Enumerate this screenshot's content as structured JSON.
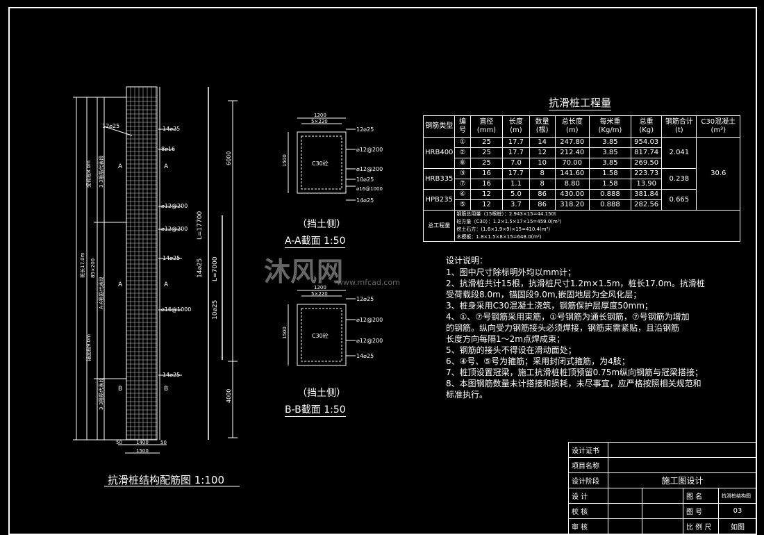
{
  "drawing": {
    "elevation_title": "抗滑桩结构配筋图 1:100",
    "section_a_title": "A-A截面    1:50",
    "section_b_title": "B-B截面    1:50",
    "retaining_side": "（挡土侧）",
    "elevation_labels": {
      "top_bar": "12⌀25",
      "r1": "14⌀25",
      "r2": "8⌀16",
      "hoop1": "⌀12@200",
      "hoop2": "⌀12@200",
      "r3": "14⌀25",
      "hoop3": "⌀16@1000",
      "r4": "14⌀25",
      "sec_a": "A",
      "sec_b": "B",
      "dim_total": "L=17700",
      "dim_seg1": "L=7000",
      "dim_top": "6000",
      "dim_bottom": "4000",
      "vert_bar1": "14⌀25",
      "vert_bar2": "10⌀25",
      "dim_w1": "1400",
      "dim_w2": "1500",
      "dim_side": "50",
      "left_dim1": "桩长17.0m",
      "left_dim2": "85×200",
      "zone1": "受荷段8.0m",
      "zone2": "锚固段9.0m",
      "hoop_label1": "3-3箍筋代表段",
      "hoop_label2": "A-A箍筋代表段",
      "hoop_label3": "3-3箍筋代表段"
    },
    "section_labels": {
      "width": "1200",
      "sub": "5×220",
      "height": "1500",
      "c30": "C30砼",
      "a1": "12⌀25",
      "a2": "⌀12@200",
      "a3": "⌀12@200",
      "a4": "10⌀25",
      "a5": "⌀16@1000",
      "a6": "14⌀25",
      "b1": "12⌀25",
      "b2": "⌀12@200",
      "b3": "⌀12@200",
      "b4": "14⌀25"
    }
  },
  "quantity_table": {
    "title": "抗滑桩工程量",
    "headers": [
      "钢筋类型",
      "编号",
      "直径(mm)",
      "长度(m)",
      "数量(根)",
      "总长度(m)",
      "每米重(Kg/m)",
      "总重(Kg)",
      "钢筋合计(t)",
      "C30混凝土(m³)"
    ],
    "groups": [
      {
        "type": "HRB400",
        "total_t": "2.041",
        "rows": [
          [
            "①",
            "25",
            "17.7",
            "14",
            "247.80",
            "3.85",
            "954.03"
          ],
          [
            "②",
            "25",
            "17.7",
            "12",
            "212.40",
            "3.85",
            "817.74"
          ],
          [
            "⑧",
            "25",
            "7.0",
            "10",
            "70.00",
            "3.85",
            "269.50"
          ]
        ]
      },
      {
        "type": "HRB335",
        "total_t": "0.238",
        "rows": [
          [
            "③",
            "16",
            "17.7",
            "8",
            "141.60",
            "1.58",
            "223.73"
          ],
          [
            "⑦",
            "16",
            "1.1",
            "8",
            "8.80",
            "1.58",
            "13.90"
          ]
        ]
      },
      {
        "type": "HPB235",
        "total_t": "0.665",
        "rows": [
          [
            "④",
            "12",
            "5.0",
            "86",
            "430.00",
            "0.888",
            "381.84"
          ],
          [
            "⑤",
            "12",
            "3.7",
            "86",
            "318.20",
            "0.888",
            "282.56"
          ]
        ]
      }
    ],
    "concrete": "30.6",
    "summary_label": "总工程量",
    "summary_lines": [
      "钢筋总用量（15根桩）：2.943×15=44.150t",
      "砼方量（C30）：1.2×1.5×17×15=459.0(m³)",
      "挖土石方：(1.6×1.9×9)×15=410.4(m³)",
      "木模板：1.8×1.5×8×15=648.0(m²)"
    ]
  },
  "notes": {
    "title": "设计说明：",
    "items": [
      "1、图中尺寸除标明外均以mm计；",
      "2、抗滑桩共计15根，抗滑桩尺寸1.2m×1.5m，桩长17.0m。抗滑桩",
      "    受荷载段8.0m，锚固段9.0m,嵌固地层为全风化层；",
      "3、桩身采用C30混凝土浇筑，钢筋保护层厚度50mm；",
      "4、①、⑦号钢筋采用束筋，①号钢筋为通长钢筋，⑦号钢筋为增加",
      "    的钢筋。纵向受力钢筋接头必须焊接，钢筋束需紧贴，且沿钢筋",
      "    长度方向每隔1～2m点焊成束；",
      "5、钢筋的接头不得设在滑动面处；",
      "6、④号、⑤号为箍筋；采用封闭式箍筋，为4肢；",
      "7、桩顶设置冠梁，施工抗滑桩桩顶预留0.75m纵向钢筋与冠梁搭接；",
      "8、本图钢筋数量未计搭接和损耗，未尽事宜，应严格按照相关规范和",
      "    标准执行。"
    ]
  },
  "title_block": {
    "rows": [
      {
        "label": "设计证书",
        "value": ""
      },
      {
        "label": "项目名称",
        "value": ""
      },
      {
        "label": "设计阶段",
        "value": "施工图设计"
      }
    ],
    "design": "设    计",
    "check": "校    核",
    "review": "审    核",
    "drawing_name_label": "图    名",
    "drawing_name": "抗滑桩结构图",
    "drawing_no_label": "图    号",
    "drawing_no": "03",
    "scale_label": "比 例 尺",
    "scale": "如图"
  },
  "watermark": {
    "text": "沐风网",
    "url": "www.mfcad.com"
  }
}
